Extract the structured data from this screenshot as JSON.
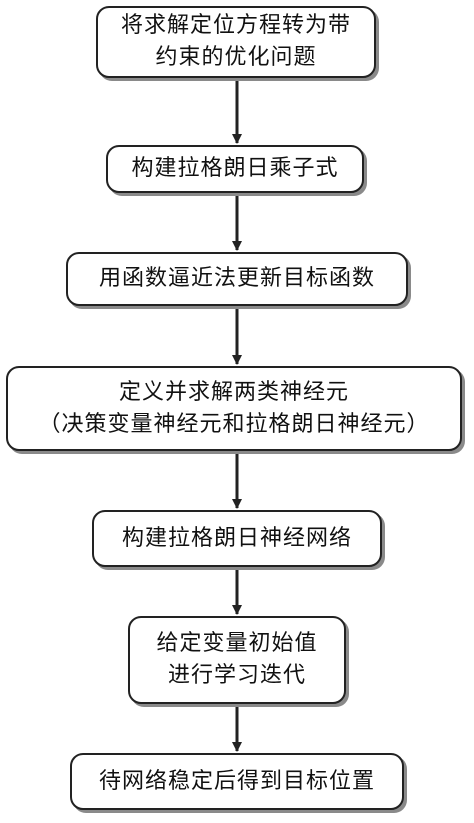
{
  "flowchart": {
    "steps": [
      {
        "lines": [
          "将求解定位方程转为带",
          "约束的优化问题"
        ]
      },
      {
        "lines": [
          "构建拉格朗日乘子式"
        ]
      },
      {
        "lines": [
          "用函数逼近法更新目标函数"
        ]
      },
      {
        "lines": [
          "定义并求解两类神经元",
          "（决策变量神经元和拉格朗日神经元）"
        ]
      },
      {
        "lines": [
          "构建拉格朗日神经网络"
        ]
      },
      {
        "lines": [
          "给定变量初始值",
          "进行学习迭代"
        ]
      },
      {
        "lines": [
          "待网络稳定后得到目标位置"
        ]
      }
    ]
  }
}
